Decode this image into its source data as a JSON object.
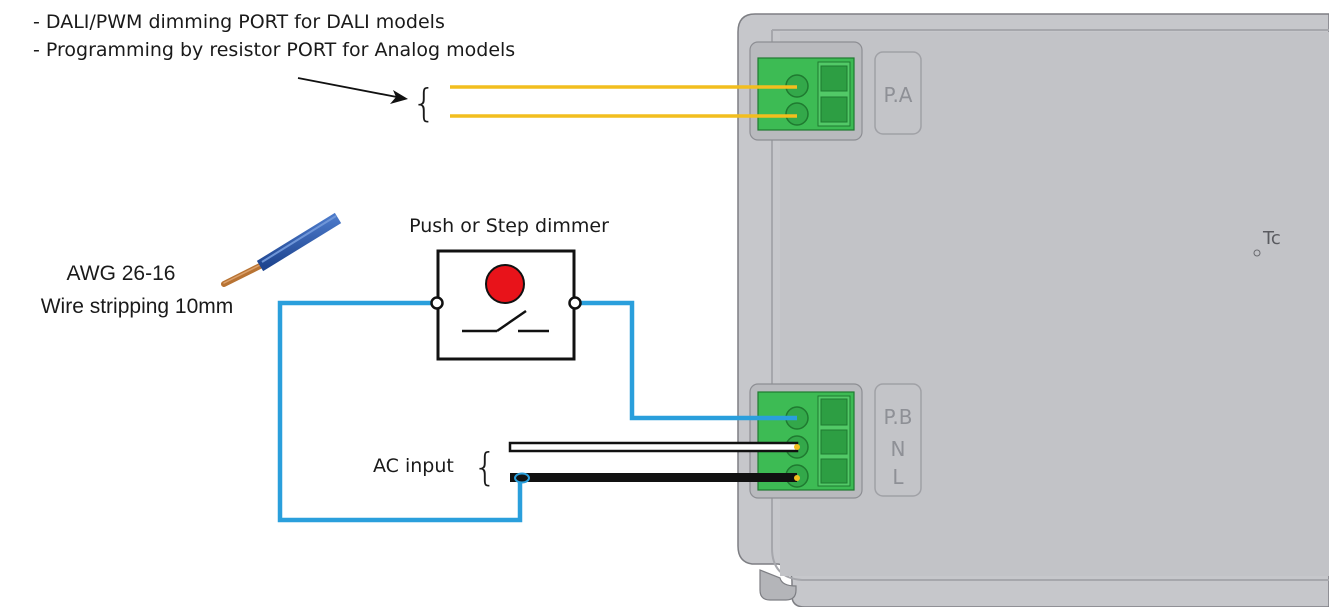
{
  "notes": {
    "line1": "- DALI/PWM dimming PORT for DALI models",
    "line2": "- Programming by resistor PORT for Analog models"
  },
  "dimmer": {
    "label": "Push or Step dimmer"
  },
  "wire": {
    "gauge": "AWG 26-16",
    "stripping": "Wire stripping 10mm"
  },
  "ac_input": {
    "label": "AC input"
  },
  "braces": {
    "brace": "{"
  },
  "device": {
    "port_a": "P.A",
    "port_b": "P.B",
    "neutral": "N",
    "live": "L",
    "tc": "Tc"
  },
  "colors": {
    "dim_wire": "#f2be1e",
    "switch_wire": "#2a9fdc",
    "dimmer_button": "#e8131a",
    "terminal": "#3dbb54",
    "device_body": "#c6c7cb",
    "wire_insulation": "#2e5aa8",
    "wire_copper": "#b87333"
  }
}
